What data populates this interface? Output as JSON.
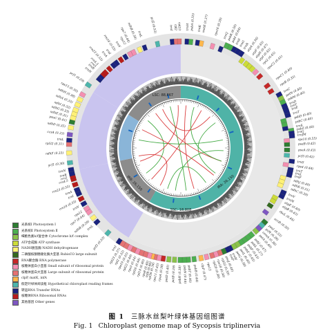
{
  "figure": {
    "caption_cn_label": "图 1",
    "caption_cn_title": "三脉水丝梨叶绿体基因组图谱",
    "caption_en_label": "Fig. 1",
    "caption_en_title": "Chloroplast genome map of Sycopsis triplinervia"
  },
  "regions": {
    "lsc_label": "LSC: 88,867",
    "ssc_label": "SSC: 18,808",
    "ira_label": "IRA: 26,150",
    "irb_label": "IRB: 26,150"
  },
  "legend": [
    {
      "label": "光系统Ⅰ Photosystem Ⅰ",
      "color": "#2e7d32"
    },
    {
      "label": "光系统Ⅱ Photosystem Ⅱ",
      "color": "#4caf50"
    },
    {
      "label": "细胞色素b/f复合体 Cytochrome b/f complex",
      "color": "#8bc34a"
    },
    {
      "label": "ATP合成酶 ATP synthase",
      "color": "#cddc39"
    },
    {
      "label": "NADH脱氢酶 NADH dehydrogenase",
      "color": "#fff176"
    },
    {
      "label": "二磷酸核酮糖羧化酶大亚基 RubisCO large subunit",
      "color": "#33691e"
    },
    {
      "label": "RNA聚合酶 RNA polymerase",
      "color": "#c62828"
    },
    {
      "label": "核糖体蛋白小亚基 Small subunit of ribosomal protein",
      "color": "#f48fb1"
    },
    {
      "label": "核糖体蛋白大亚基 Large subunit of ribosomal protein",
      "color": "#e57373"
    },
    {
      "label": "clpP, matK, infA",
      "color": "#ffb74d"
    },
    {
      "label": "假定叶绿体阅读框 Hypothetical chloroplast reading frames",
      "color": "#4db6ac"
    },
    {
      "label": "转运RNA Transfer RNAs",
      "color": "#1a237e"
    },
    {
      "label": "核糖体RNA Ribosomal RNAs",
      "color": "#b71c1c"
    },
    {
      "label": "其他基因 Other genes",
      "color": "#7e57c2"
    }
  ],
  "genes": [
    {
      "name": "trnH",
      "pos": 0.006,
      "side": "in",
      "color": "#1a237e"
    },
    {
      "name": "psbA (0.55)",
      "pos": 0.012,
      "side": "in",
      "color": "#4caf50"
    },
    {
      "name": "trnK",
      "pos": 0.022,
      "side": "in",
      "color": "#1a237e"
    },
    {
      "name": "matK (0.37)",
      "pos": 0.028,
      "side": "in",
      "color": "#ffb74d"
    },
    {
      "name": "rps16 (0.39)",
      "pos": 0.045,
      "side": "in",
      "color": "#f48fb1"
    },
    {
      "name": "trnQ",
      "pos": 0.058,
      "side": "in",
      "color": "#1a237e"
    },
    {
      "name": "psbK (0.50)",
      "pos": 0.064,
      "side": "out",
      "color": "#4caf50"
    },
    {
      "name": "psbI (0.64)",
      "pos": 0.07,
      "side": "out",
      "color": "#4caf50"
    },
    {
      "name": "trnS",
      "pos": 0.076,
      "side": "out",
      "color": "#1a237e"
    },
    {
      "name": "trnG",
      "pos": 0.082,
      "side": "out",
      "color": "#1a237e"
    },
    {
      "name": "trnR",
      "pos": 0.088,
      "side": "out",
      "color": "#1a237e"
    },
    {
      "name": "atpA (0.36)",
      "pos": 0.094,
      "side": "in",
      "color": "#cddc39"
    },
    {
      "name": "atpF (0.45)",
      "pos": 0.102,
      "side": "in",
      "color": "#cddc39"
    },
    {
      "name": "atpH (0.47)",
      "pos": 0.108,
      "side": "in",
      "color": "#cddc39"
    },
    {
      "name": "atpI (0.42)",
      "pos": 0.114,
      "side": "in",
      "color": "#cddc39"
    },
    {
      "name": "rps2 (0.45)",
      "pos": 0.121,
      "side": "in",
      "color": "#f48fb1"
    },
    {
      "name": "rpoC2 (0.41)",
      "pos": 0.13,
      "side": "in",
      "color": "#c62828"
    },
    {
      "name": "rpoC1 (0.40)",
      "pos": 0.148,
      "side": "in",
      "color": "#c62828"
    },
    {
      "name": "rpoB (0.35)",
      "pos": 0.158,
      "side": "in",
      "color": "#c62828"
    },
    {
      "name": "trnC",
      "pos": 0.168,
      "side": "out",
      "color": "#1a237e"
    },
    {
      "name": "petN (0.40)",
      "pos": 0.174,
      "side": "out",
      "color": "#8bc34a"
    },
    {
      "name": "psbM (0.40)",
      "pos": 0.18,
      "side": "out",
      "color": "#4caf50"
    },
    {
      "name": "trnD",
      "pos": 0.186,
      "side": "out",
      "color": "#1a237e"
    },
    {
      "name": "trnY",
      "pos": 0.19,
      "side": "out",
      "color": "#1a237e"
    },
    {
      "name": "trnE",
      "pos": 0.194,
      "side": "out",
      "color": "#1a237e"
    },
    {
      "name": "trnT",
      "pos": 0.2,
      "side": "out",
      "color": "#1a237e"
    },
    {
      "name": "psbD (0.40)",
      "pos": 0.206,
      "side": "in",
      "color": "#4caf50"
    },
    {
      "name": "psbC (0.40)",
      "pos": 0.212,
      "side": "in",
      "color": "#4caf50"
    },
    {
      "name": "trnS",
      "pos": 0.218,
      "side": "in",
      "color": "#1a237e"
    },
    {
      "name": "psbZ (0.40)",
      "pos": 0.222,
      "side": "out",
      "color": "#4caf50"
    },
    {
      "name": "trnG",
      "pos": 0.226,
      "side": "out",
      "color": "#1a237e"
    },
    {
      "name": "trnfM",
      "pos": 0.23,
      "side": "out",
      "color": "#1a237e"
    },
    {
      "name": "rps14 (0.55)",
      "pos": 0.236,
      "side": "in",
      "color": "#f48fb1"
    },
    {
      "name": "psaB (0.42)",
      "pos": 0.242,
      "side": "in",
      "color": "#2e7d32"
    },
    {
      "name": "psaA (0.43)",
      "pos": 0.25,
      "side": "in",
      "color": "#2e7d32"
    },
    {
      "name": "ycf3 (0.42)",
      "pos": 0.258,
      "side": "in",
      "color": "#4db6ac"
    },
    {
      "name": "trnS",
      "pos": 0.266,
      "side": "out",
      "color": "#1a237e"
    },
    {
      "name": "rps4 (0.44)",
      "pos": 0.272,
      "side": "in",
      "color": "#f48fb1"
    },
    {
      "name": "trnT",
      "pos": 0.278,
      "side": "out",
      "color": "#1a237e"
    },
    {
      "name": "trnL",
      "pos": 0.282,
      "side": "out",
      "color": "#1a237e"
    },
    {
      "name": "trnF",
      "pos": 0.286,
      "side": "out",
      "color": "#1a237e"
    },
    {
      "name": "ndhJ (0.40)",
      "pos": 0.292,
      "side": "in",
      "color": "#fff176"
    },
    {
      "name": "ndhK (0.51)",
      "pos": 0.298,
      "side": "in",
      "color": "#fff176"
    },
    {
      "name": "ndhC (0.39)",
      "pos": 0.304,
      "side": "in",
      "color": "#fff176"
    },
    {
      "name": "trnV",
      "pos": 0.312,
      "side": "out",
      "color": "#1a237e"
    },
    {
      "name": "trnM",
      "pos": 0.318,
      "side": "out",
      "color": "#1a237e"
    },
    {
      "name": "atpE (0.40)",
      "pos": 0.324,
      "side": "in",
      "color": "#cddc39"
    },
    {
      "name": "atpB (0.43)",
      "pos": 0.33,
      "side": "in",
      "color": "#cddc39"
    },
    {
      "name": "rbcL (0.44)",
      "pos": 0.338,
      "side": "in",
      "color": "#33691e"
    },
    {
      "name": "accD (0.30)",
      "pos": 0.35,
      "side": "in",
      "color": "#7e57c2"
    },
    {
      "name": "psaI (0.33)",
      "pos": 0.362,
      "side": "out",
      "color": "#2e7d32"
    },
    {
      "name": "ycf4 (0.39)",
      "pos": 0.368,
      "side": "out",
      "color": "#4db6ac"
    },
    {
      "name": "cemA (0.36)",
      "pos": 0.374,
      "side": "out",
      "color": "#7e57c2"
    },
    {
      "name": "petA (0.40)",
      "pos": 0.38,
      "side": "out",
      "color": "#8bc34a"
    },
    {
      "name": "psbJ (0.47)",
      "pos": 0.388,
      "side": "out",
      "color": "#4caf50"
    },
    {
      "name": "psbL (0.27)",
      "pos": 0.394,
      "side": "out",
      "color": "#4caf50"
    },
    {
      "name": "psbF (0.43)",
      "pos": 0.4,
      "side": "out",
      "color": "#4caf50"
    },
    {
      "name": "psbE (0.43)",
      "pos": 0.406,
      "side": "out",
      "color": "#4caf50"
    },
    {
      "name": "petL (0.40)",
      "pos": 0.412,
      "side": "out",
      "color": "#8bc34a"
    },
    {
      "name": "petG (0.38)",
      "pos": 0.418,
      "side": "out",
      "color": "#8bc34a"
    },
    {
      "name": "trnW",
      "pos": 0.424,
      "side": "out",
      "color": "#1a237e"
    },
    {
      "name": "trnP",
      "pos": 0.428,
      "side": "out",
      "color": "#1a237e"
    },
    {
      "name": "psaJ (0.40)",
      "pos": 0.434,
      "side": "out",
      "color": "#2e7d32"
    },
    {
      "name": "rpl33 (0.39)",
      "pos": 0.44,
      "side": "out",
      "color": "#e57373"
    },
    {
      "name": "rps18 (0.36)",
      "pos": 0.446,
      "side": "out",
      "color": "#f48fb1"
    },
    {
      "name": "rpl20 (0.38)",
      "pos": 0.452,
      "side": "out",
      "color": "#e57373"
    },
    {
      "name": "rps12",
      "pos": 0.46,
      "side": "out",
      "color": "#f48fb1"
    },
    {
      "name": "clpP (0.47)",
      "pos": 0.468,
      "side": "out",
      "color": "#ffb74d"
    },
    {
      "name": "psbB (0.44)",
      "pos": 0.478,
      "side": "out",
      "color": "#4caf50"
    },
    {
      "name": "psbT (0.40)",
      "pos": 0.486,
      "side": "out",
      "color": "#4caf50"
    },
    {
      "name": "psbN (0.44)",
      "pos": 0.492,
      "side": "out",
      "color": "#4caf50"
    },
    {
      "name": "psbH (0.38)",
      "pos": 0.498,
      "side": "out",
      "color": "#4caf50"
    },
    {
      "name": "petB (0.39)",
      "pos": 0.506,
      "side": "out",
      "color": "#8bc34a"
    },
    {
      "name": "petD (0.40)",
      "pos": 0.514,
      "side": "out",
      "color": "#8bc34a"
    },
    {
      "name": "rpoA (0.38)",
      "pos": 0.522,
      "side": "out",
      "color": "#c62828"
    },
    {
      "name": "rps11 (0.45)",
      "pos": 0.528,
      "side": "out",
      "color": "#f48fb1"
    },
    {
      "name": "rpl36 (0.34)",
      "pos": 0.534,
      "side": "out",
      "color": "#e57373"
    },
    {
      "name": "infA (0.46)",
      "pos": 0.538,
      "side": "out",
      "color": "#ffb74d"
    },
    {
      "name": "rps8 (0.40)",
      "pos": 0.542,
      "side": "out",
      "color": "#f48fb1"
    },
    {
      "name": "rpl14 (0.40)",
      "pos": 0.548,
      "side": "out",
      "color": "#e57373"
    },
    {
      "name": "rpl16 (0.44)",
      "pos": 0.554,
      "side": "out",
      "color": "#e57373"
    },
    {
      "name": "rps3 (0.44)",
      "pos": 0.56,
      "side": "out",
      "color": "#f48fb1"
    },
    {
      "name": "rpl22 (0.40)",
      "pos": 0.566,
      "side": "out",
      "color": "#e57373"
    },
    {
      "name": "rps19 (0.35)",
      "pos": 0.572,
      "side": "out",
      "color": "#f48fb1"
    },
    {
      "name": "rpl2 (0.32)",
      "pos": 0.578,
      "side": "out",
      "color": "#e57373"
    },
    {
      "name": "rpl23 (0.37)",
      "pos": 0.584,
      "side": "out",
      "color": "#e57373"
    },
    {
      "name": "trnI",
      "pos": 0.59,
      "side": "out",
      "color": "#1a237e"
    },
    {
      "name": "ycf2 (0.53)",
      "pos": 0.61,
      "side": "out",
      "color": "#4db6ac"
    },
    {
      "name": "trnL",
      "pos": 0.632,
      "side": "out",
      "color": "#1a237e"
    },
    {
      "name": "ndhB (0.39)",
      "pos": 0.64,
      "side": "out",
      "color": "#fff176"
    },
    {
      "name": "rps7 (0.44)",
      "pos": 0.65,
      "side": "out",
      "color": "#f48fb1"
    },
    {
      "name": "rps12",
      "pos": 0.656,
      "side": "out",
      "color": "#f48fb1"
    },
    {
      "name": "trnV",
      "pos": 0.664,
      "side": "out",
      "color": "#1a237e"
    },
    {
      "name": "rrn16 (0.55)",
      "pos": 0.672,
      "side": "out",
      "color": "#b71c1c"
    },
    {
      "name": "trnI",
      "pos": 0.68,
      "side": "out",
      "color": "#1a237e"
    },
    {
      "name": "trnA",
      "pos": 0.686,
      "side": "out",
      "color": "#1a237e"
    },
    {
      "name": "rrn23 (0.55)",
      "pos": 0.694,
      "side": "out",
      "color": "#b71c1c"
    },
    {
      "name": "rrn4.5",
      "pos": 0.702,
      "side": "out",
      "color": "#b71c1c"
    },
    {
      "name": "rrn5",
      "pos": 0.706,
      "side": "out",
      "color": "#b71c1c"
    },
    {
      "name": "trnR",
      "pos": 0.71,
      "side": "out",
      "color": "#1a237e"
    },
    {
      "name": "trnN",
      "pos": 0.716,
      "side": "out",
      "color": "#1a237e"
    },
    {
      "name": "ycf1 (0.30)",
      "pos": 0.726,
      "side": "out",
      "color": "#4db6ac"
    },
    {
      "name": "ndhF (0.33)",
      "pos": 0.74,
      "side": "out",
      "color": "#fff176"
    },
    {
      "name": "rpl32 (0.31)",
      "pos": 0.752,
      "side": "out",
      "color": "#e57373"
    },
    {
      "name": "trnL",
      "pos": 0.758,
      "side": "out",
      "color": "#1a237e"
    },
    {
      "name": "ccsA (0.33)",
      "pos": 0.766,
      "side": "out",
      "color": "#7e57c2"
    },
    {
      "name": "ndhD (0.35)",
      "pos": 0.776,
      "side": "out",
      "color": "#fff176"
    },
    {
      "name": "psaC (0.41)",
      "pos": 0.784,
      "side": "out",
      "color": "#2e7d32"
    },
    {
      "name": "ndhE (0.31)",
      "pos": 0.79,
      "side": "out",
      "color": "#fff176"
    },
    {
      "name": "ndhG (0.33)",
      "pos": 0.796,
      "side": "out",
      "color": "#fff176"
    },
    {
      "name": "ndhI (0.32)",
      "pos": 0.802,
      "side": "out",
      "color": "#fff176"
    },
    {
      "name": "ndhA (0.33)",
      "pos": 0.81,
      "side": "out",
      "color": "#fff176"
    },
    {
      "name": "ndhH (0.38)",
      "pos": 0.818,
      "side": "out",
      "color": "#fff176"
    },
    {
      "name": "rps15 (0.30)",
      "pos": 0.826,
      "side": "out",
      "color": "#f48fb1"
    },
    {
      "name": "ycf1 (0.29)",
      "pos": 0.842,
      "side": "out",
      "color": "#4db6ac"
    },
    {
      "name": "trnN",
      "pos": 0.858,
      "side": "in",
      "color": "#1a237e"
    },
    {
      "name": "trnR",
      "pos": 0.864,
      "side": "in",
      "color": "#1a237e"
    },
    {
      "name": "rrn5",
      "pos": 0.868,
      "side": "in",
      "color": "#b71c1c"
    },
    {
      "name": "rrn4.5",
      "pos": 0.872,
      "side": "in",
      "color": "#b71c1c"
    },
    {
      "name": "rrn23 (0.55)",
      "pos": 0.88,
      "side": "in",
      "color": "#b71c1c"
    },
    {
      "name": "trnA",
      "pos": 0.888,
      "side": "in",
      "color": "#1a237e"
    },
    {
      "name": "trnI",
      "pos": 0.894,
      "side": "in",
      "color": "#1a237e"
    },
    {
      "name": "rrn16 (0.55)",
      "pos": 0.902,
      "side": "in",
      "color": "#b71c1c"
    },
    {
      "name": "trnV",
      "pos": 0.91,
      "side": "in",
      "color": "#1a237e"
    },
    {
      "name": "rps12",
      "pos": 0.918,
      "side": "in",
      "color": "#f48fb1"
    },
    {
      "name": "rps7 (0.44)",
      "pos": 0.924,
      "side": "in",
      "color": "#f48fb1"
    },
    {
      "name": "ndhB (0.39)",
      "pos": 0.934,
      "side": "in",
      "color": "#fff176"
    },
    {
      "name": "trnL",
      "pos": 0.942,
      "side": "in",
      "color": "#1a237e"
    },
    {
      "name": "ycf2 (0.53)",
      "pos": 0.962,
      "side": "in",
      "color": "#4db6ac"
    },
    {
      "name": "trnI",
      "pos": 0.984,
      "side": "in",
      "color": "#1a237e"
    },
    {
      "name": "rpl2",
      "pos": 0.99,
      "side": "in",
      "color": "#e57373"
    },
    {
      "name": "rpl23",
      "pos": 0.995,
      "side": "in",
      "color": "#e57373"
    }
  ],
  "colors": {
    "lsc": "#cfe9ec",
    "ssc": "#a9c8df",
    "ir": "#c9c4ef",
    "outer_track": "#e4e4e4",
    "gc_track": "#555555",
    "inner_lsc": "#4fb3a7",
    "inner_ir": "#8c8c8c",
    "inner_ssc": "#8ab5d8",
    "link_red": "#d62728",
    "link_green": "#2ca02c"
  }
}
